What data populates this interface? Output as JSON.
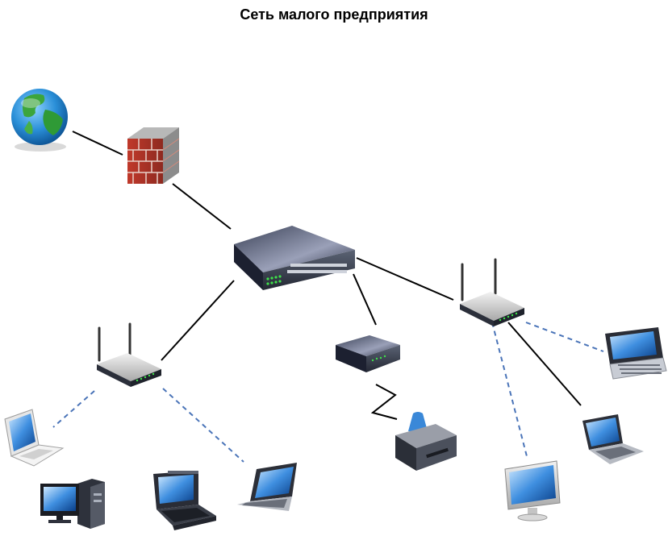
{
  "diagram": {
    "title": "Сеть малого предприятия",
    "nodes": [
      {
        "id": "internet",
        "icon": "globe-icon"
      },
      {
        "id": "firewall",
        "icon": "firewall-icon"
      },
      {
        "id": "core-switch",
        "icon": "network-switch-icon"
      },
      {
        "id": "access-point-left",
        "icon": "wireless-router-icon"
      },
      {
        "id": "access-point-right",
        "icon": "wireless-router-icon"
      },
      {
        "id": "print-server",
        "icon": "small-switch-icon"
      },
      {
        "id": "printer",
        "icon": "printer-icon"
      },
      {
        "id": "laptop-white",
        "icon": "laptop-icon"
      },
      {
        "id": "desktop-pc",
        "icon": "desktop-pc-icon"
      },
      {
        "id": "tablet-pc",
        "icon": "tablet-pc-icon"
      },
      {
        "id": "laptop-left",
        "icon": "laptop-icon"
      },
      {
        "id": "monitor-right",
        "icon": "monitor-icon"
      },
      {
        "id": "laptop-right",
        "icon": "laptop-icon"
      },
      {
        "id": "handheld-device",
        "icon": "handheld-device-icon"
      }
    ],
    "links": [
      {
        "from": "internet",
        "to": "firewall",
        "type": "wired"
      },
      {
        "from": "firewall",
        "to": "core-switch",
        "type": "wired"
      },
      {
        "from": "core-switch",
        "to": "access-point-left",
        "type": "wired"
      },
      {
        "from": "core-switch",
        "to": "print-server",
        "type": "wired"
      },
      {
        "from": "core-switch",
        "to": "access-point-right",
        "type": "wired"
      },
      {
        "from": "print-server",
        "to": "printer",
        "type": "wireless"
      },
      {
        "from": "access-point-left",
        "to": "laptop-white",
        "type": "wireless"
      },
      {
        "from": "access-point-left",
        "to": "laptop-left",
        "type": "wireless"
      },
      {
        "from": "access-point-right",
        "to": "monitor-right",
        "type": "wireless"
      },
      {
        "from": "access-point-right",
        "to": "laptop-right",
        "type": "wired"
      },
      {
        "from": "access-point-right",
        "to": "handheld-device",
        "type": "wireless"
      }
    ],
    "colors": {
      "wired": "#000000",
      "wireless": "#4a74b8"
    }
  }
}
